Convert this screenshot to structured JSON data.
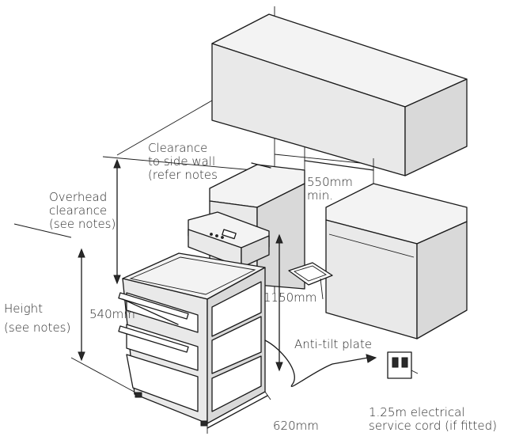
{
  "labels": {
    "clearance_side_wall": [
      "Clearance",
      "to side wall",
      "(refer notes"
    ],
    "depth_550": [
      "550mm",
      "min."
    ],
    "overhead_clearance": [
      "Overhead",
      "clearance",
      "(see notes)"
    ],
    "height": [
      "Height",
      "(see notes)"
    ],
    "width_540": "540mm",
    "height_1150": "1150mm",
    "anti_tilt_plate": "Anti-tilt plate",
    "service_cord": [
      "1.25m electrical",
      "service cord (if fitted)"
    ],
    "depth_620": "620mm"
  }
}
